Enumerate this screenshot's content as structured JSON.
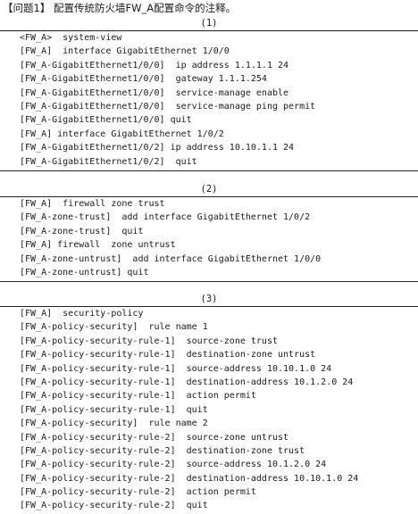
{
  "question": "【问题1】 配置传统防火墙FW_A配置命令的注释。",
  "sections": [
    {
      "num": "(1)",
      "lines": [
        "<FW_A>  system-view",
        "[FW_A]  interface GigabitEthernet 1/0/0",
        "[FW_A-GigabitEthernet1/0/0]  ip address 1.1.1.1 24",
        "[FW_A-GigabitEthernet1/0/0]  gateway 1.1.1.254",
        "[FW_A-GigabitEthernet1/0/0]  service-manage enable",
        "[FW_A-GigabitEthernet1/0/0]  service-manage ping permit",
        "[FW_A-GigabitEthernet1/0/0] quit",
        "[FW_A] interface GigabitEthernet 1/0/2",
        "[FW_A-GigabitEthernet1/0/2] ip address 10.10.1.1 24",
        "[FW_A-GigabitEthernet1/0/2]  quit"
      ]
    },
    {
      "num": "(2)",
      "lines": [
        "[FW_A]  firewall zone trust",
        "[FW_A-zone-trust]  add interface GigabitEthernet 1/0/2",
        "[FW_A-zone-trust]  quit",
        "[FW_A] firewall  zone untrust",
        "[FW_A-zone-untrust]  add interface GigabitEthernet 1/0/0",
        "[FW_A-zone-untrust] quit"
      ]
    },
    {
      "num": "(3)",
      "lines": [
        "[FW_A]  security-policy",
        "[FW_A-policy-security]  rule name 1",
        "[FW_A-policy-security-rule-1]  source-zone trust",
        "[FW_A-policy-security-rule-1]  destination-zone untrust",
        "[FW_A-policy-security-rule-1]  source-address 10.10.1.0 24",
        "[FW_A-policy-security-rule-1]  destination-address 10.1.2.0 24",
        "[FW_A-policy-security-rule-1]  action permit",
        "[FW_A-policy-security-rule-1]  quit",
        "[FW_A-policy-security]  rule name 2",
        "[FW_A-policy-security-rule-2]  source-zone untrust",
        "[FW_A-policy-security-rule-2]  destination-zone trust",
        "[FW_A-policy-security-rule-2]  source-address 10.1.2.0 24",
        "[FW_A-policy-security-rule-2]  destination-address 10.10.1.0 24",
        "[FW_A-policy-security-rule-2]  action permit",
        "[FW_A-policy-security-rule-2]  quit"
      ]
    }
  ]
}
